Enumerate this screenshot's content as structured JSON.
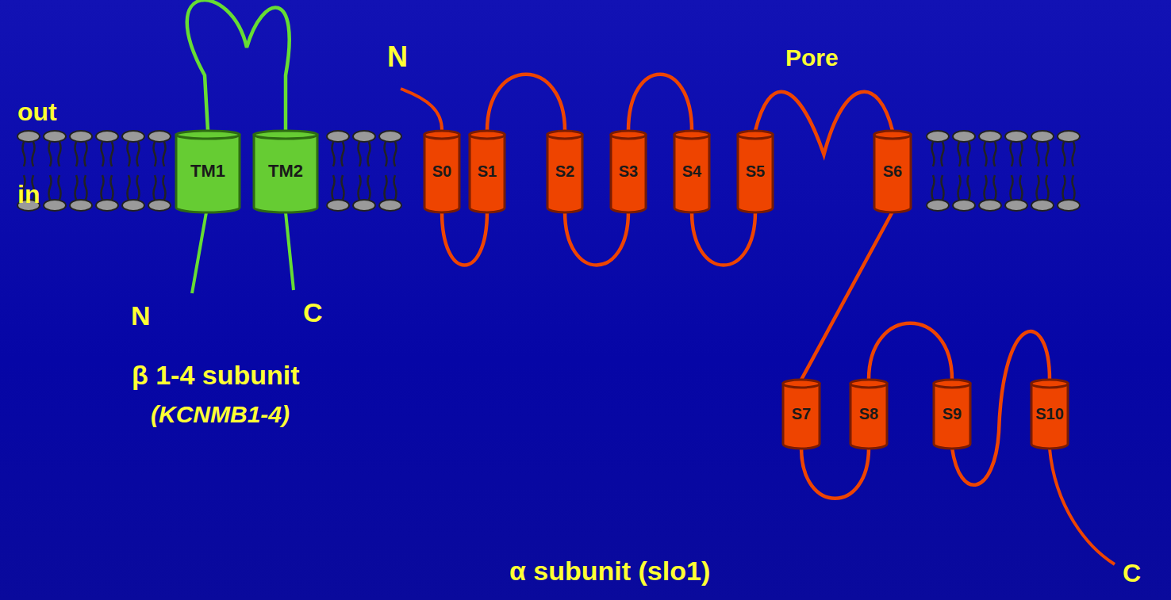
{
  "diagram": {
    "nodes": [
      {
        "text": [
          "TM1"
        ]
      },
      {
        "text": [
          "TM2"
        ]
      },
      {
        "text": [
          "S0"
        ]
      },
      {
        "text": [
          "S1"
        ]
      },
      {
        "text": [
          "S2"
        ]
      },
      {
        "text": [
          "S3"
        ]
      },
      {
        "text": [
          "S4"
        ]
      },
      {
        "text": [
          "S5"
        ]
      },
      {
        "text": [
          "S6"
        ]
      },
      {
        "text": [
          "S7"
        ]
      },
      {
        "text": [
          "S8"
        ]
      },
      {
        "text": [
          "S9"
        ]
      },
      {
        "text": [
          "S10"
        ]
      }
    ],
    "edges": [
      {
        "from": 0,
        "to": 1,
        "arrow": "none"
      },
      {
        "from": 2,
        "to": 3,
        "arrow": "none"
      },
      {
        "from": 3,
        "to": 4,
        "arrow": "none"
      },
      {
        "from": 4,
        "to": 5,
        "arrow": "none"
      },
      {
        "from": 5,
        "to": 6,
        "arrow": "none"
      },
      {
        "from": 6,
        "to": 7,
        "arrow": "none"
      },
      {
        "from": 7,
        "to": 8,
        "arrow": "none"
      },
      {
        "from": 8,
        "to": 9,
        "arrow": "none"
      },
      {
        "from": 9,
        "to": 10,
        "arrow": "none"
      },
      {
        "from": 10,
        "to": 11,
        "arrow": "none"
      },
      {
        "from": 11,
        "to": 12,
        "arrow": "none"
      }
    ],
    "labels": [
      "out",
      "in",
      "N",
      "C",
      "N",
      "Pore",
      "β 1-4 subunit",
      "(KCNMB1-4)",
      "α subunit (slo1)",
      "C"
    ]
  }
}
